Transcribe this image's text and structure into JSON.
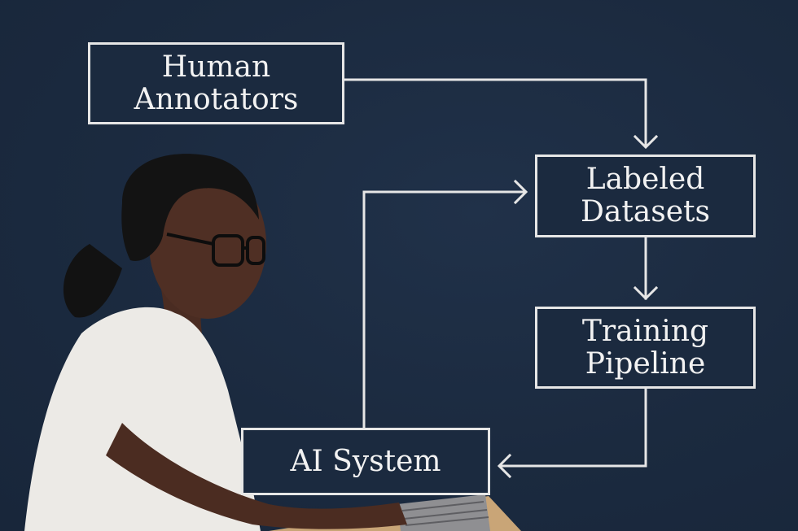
{
  "nodes": {
    "human_annotators": [
      "Human",
      "Annotators"
    ],
    "labeled_datasets": [
      "Labeled",
      "Datasets"
    ],
    "training_pipeline": [
      "Training",
      "Pipeline"
    ],
    "ai_system": [
      "AI System"
    ]
  },
  "colors": {
    "background": "#1b2a3f",
    "line": "#e6e6e6",
    "text": "#f2f2f2"
  }
}
